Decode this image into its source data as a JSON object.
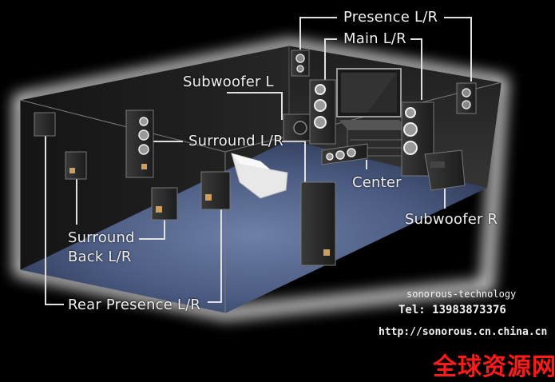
{
  "labels": {
    "presence": "Presence L/R",
    "main": "Main L/R",
    "subwoofer_l": "Subwoofer L",
    "surround": "Surround L/R",
    "center": "Center",
    "subwoofer_r": "Subwoofer R",
    "surround_back_line1": "Surround",
    "surround_back_line2": "Back L/R",
    "rear_presence": "Rear Presence L/R"
  },
  "watermark": {
    "company": "sonorous-technology",
    "tel": "Tel: 13983873376",
    "url": "http://sonorous.cn.china.cn",
    "site_logo": "全球资源网"
  },
  "colors": {
    "background": "#000000",
    "room_glow": "#ffffff",
    "floor": "#4a5a80",
    "label_text": "#f0f0f0",
    "logo_red": "#ff1a1a"
  },
  "icons": [
    "presence-speaker-icon",
    "main-tower-speaker-icon",
    "subwoofer-icon",
    "surround-speaker-icon",
    "center-speaker-icon",
    "tv-icon",
    "listener-seat-icon"
  ]
}
